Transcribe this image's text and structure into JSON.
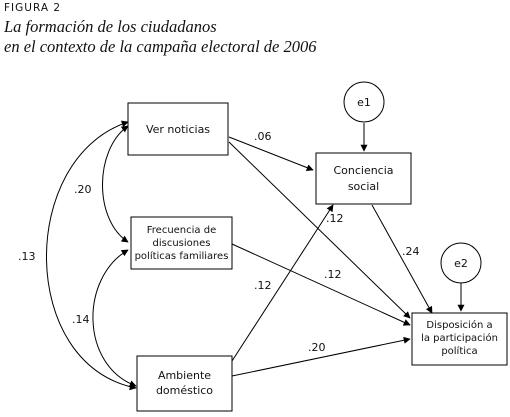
{
  "figure": {
    "label": "FIGURA 2",
    "title_line1": "La formación de los ciudadanos",
    "title_line2": "en el contexto de la campaña electoral de 2006"
  },
  "nodes": {
    "ver_noticias": {
      "lines": [
        "Ver noticias"
      ]
    },
    "frecuencia": {
      "lines": [
        "Frecuencia de",
        "discusiones",
        "políticas familiares"
      ]
    },
    "ambiente": {
      "lines": [
        "Ambiente",
        "doméstico"
      ]
    },
    "conciencia": {
      "lines": [
        "Conciencia",
        "social"
      ]
    },
    "disposicion": {
      "lines": [
        "Disposición a",
        "la participación",
        "política"
      ]
    },
    "e1": {
      "lines": [
        "e1"
      ]
    },
    "e2": {
      "lines": [
        "e2"
      ]
    }
  },
  "coefficients": {
    "ver_to_conciencia": ".06",
    "ver_frec_cov": ".20",
    "ver_amb_cov": ".13",
    "frec_amb_cov": ".14",
    "conciencia_to_disposicion": ".24",
    "ver_to_disposicion": ".12",
    "frec_to_disposicion": ".12",
    "amb_to_conciencia": ".12",
    "amb_to_disposicion": ".20"
  }
}
